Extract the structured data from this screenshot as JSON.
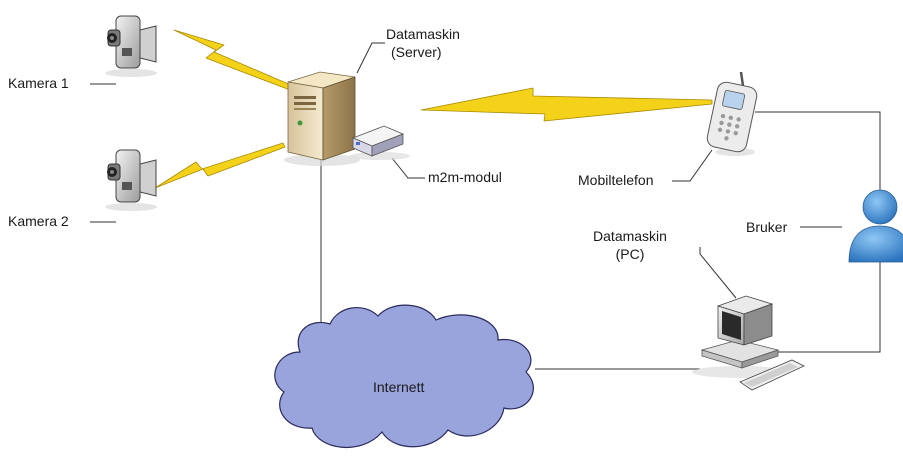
{
  "labels": {
    "server": {
      "line1": "Datamaskin",
      "line2": "(Server)"
    },
    "m2m": "m2m-modul",
    "camera1": "Kamera 1",
    "camera2": "Kamera 2",
    "mobile": "Mobiltelefon",
    "pc": {
      "line1": "Datamaskin",
      "line2": "(PC)"
    },
    "user": "Bruker",
    "internet": "Internett"
  },
  "icons": {
    "server": "server-tower-icon",
    "m2m": "m2m-module-icon",
    "camera1": "video-camera-icon",
    "camera2": "video-camera-icon",
    "mobile": "mobile-phone-icon",
    "pc": "desktop-computer-icon",
    "user": "user-person-icon",
    "internet": "internet-cloud-icon"
  },
  "colors": {
    "lightning": "#f5d21a",
    "lightning_stroke": "#a88a00",
    "cloud_fill": "#9aa4dc",
    "cloud_stroke": "#2a2a5c",
    "user_blue": "#3d8fd6",
    "server_beige": "#e8d7b2",
    "line": "#333333"
  }
}
